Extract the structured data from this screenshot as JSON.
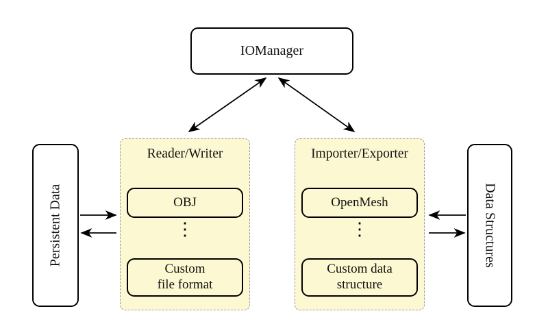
{
  "background": "#ffffff",
  "colors": {
    "group_fill": "#fcf8d2",
    "group_border": "#9a9a9a",
    "node_fill": "#ffffff",
    "node_border": "#000000",
    "arrow": "#000000"
  },
  "nodes": {
    "io_manager": {
      "label": "IOManager"
    },
    "persistent_data": {
      "label": "Persistent Data"
    },
    "data_structures": {
      "label": "Data Structures"
    },
    "reader_writer": {
      "title": "Reader/Writer",
      "items": [
        "OBJ",
        "Custom\nfile format"
      ],
      "ellipsis": "⋮"
    },
    "importer_exporter": {
      "title": "Importer/Exporter",
      "items": [
        "OpenMesh",
        "Custom data\nstructure"
      ],
      "ellipsis": "⋮"
    }
  },
  "edges": [
    {
      "from": "io_manager",
      "to": "reader_writer",
      "bidirectional": true
    },
    {
      "from": "io_manager",
      "to": "importer_exporter",
      "bidirectional": true
    },
    {
      "from": "persistent_data",
      "to": "reader_writer",
      "bidirectional": false
    },
    {
      "from": "reader_writer",
      "to": "persistent_data",
      "bidirectional": false
    },
    {
      "from": "data_structures",
      "to": "importer_exporter",
      "bidirectional": false
    },
    {
      "from": "importer_exporter",
      "to": "data_structures",
      "bidirectional": false
    }
  ]
}
